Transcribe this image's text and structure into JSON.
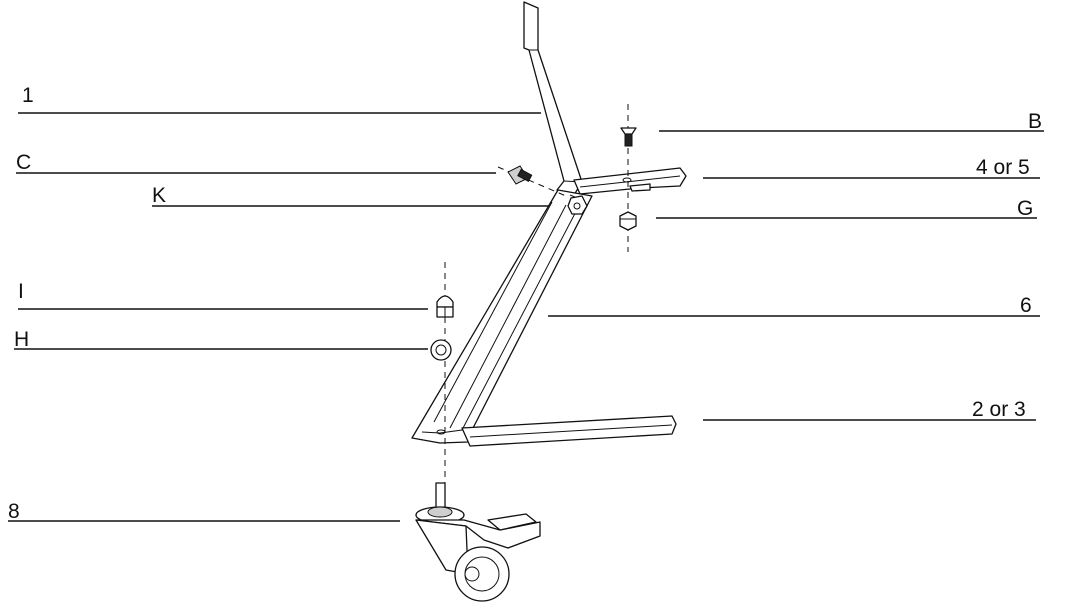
{
  "diagram": {
    "callouts": [
      {
        "id": "1",
        "label": "1"
      },
      {
        "id": "C",
        "label": "C"
      },
      {
        "id": "K",
        "label": "K"
      },
      {
        "id": "I",
        "label": "I"
      },
      {
        "id": "H",
        "label": "H"
      },
      {
        "id": "8",
        "label": "8"
      },
      {
        "id": "B",
        "label": "B"
      },
      {
        "id": "4or5",
        "label": "4 or 5"
      },
      {
        "id": "G",
        "label": "G"
      },
      {
        "id": "6",
        "label": "6"
      },
      {
        "id": "2or3",
        "label": "2 or 3"
      }
    ]
  }
}
